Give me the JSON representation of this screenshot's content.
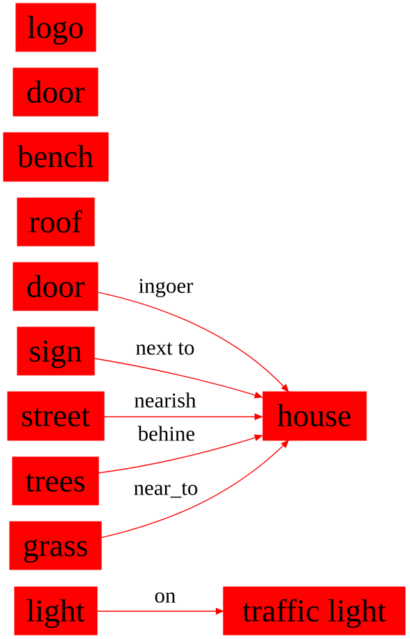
{
  "colors": {
    "node_fill": "#ff0000",
    "edge": "#ff0000",
    "text": "#000000",
    "background": "#ffffff"
  },
  "nodes": {
    "logo": "logo",
    "door_1": "door",
    "bench": "bench",
    "roof": "roof",
    "door_2": "door",
    "sign": "sign",
    "street": "street",
    "trees": "trees",
    "grass": "grass",
    "light": "light",
    "house": "house",
    "traffic_light": "traffic light"
  },
  "edges": [
    {
      "id": "door_2-house",
      "from": "door_2",
      "to": "house",
      "label": "ingoer"
    },
    {
      "id": "sign-house",
      "from": "sign",
      "to": "house",
      "label": "next to"
    },
    {
      "id": "street-house",
      "from": "street",
      "to": "house",
      "label": "nearish"
    },
    {
      "id": "trees-house",
      "from": "trees",
      "to": "house",
      "label": "behine"
    },
    {
      "id": "grass-house",
      "from": "grass",
      "to": "house",
      "label": "near_to"
    },
    {
      "id": "light-traffic_light",
      "from": "light",
      "to": "traffic_light",
      "label": "on"
    }
  ]
}
